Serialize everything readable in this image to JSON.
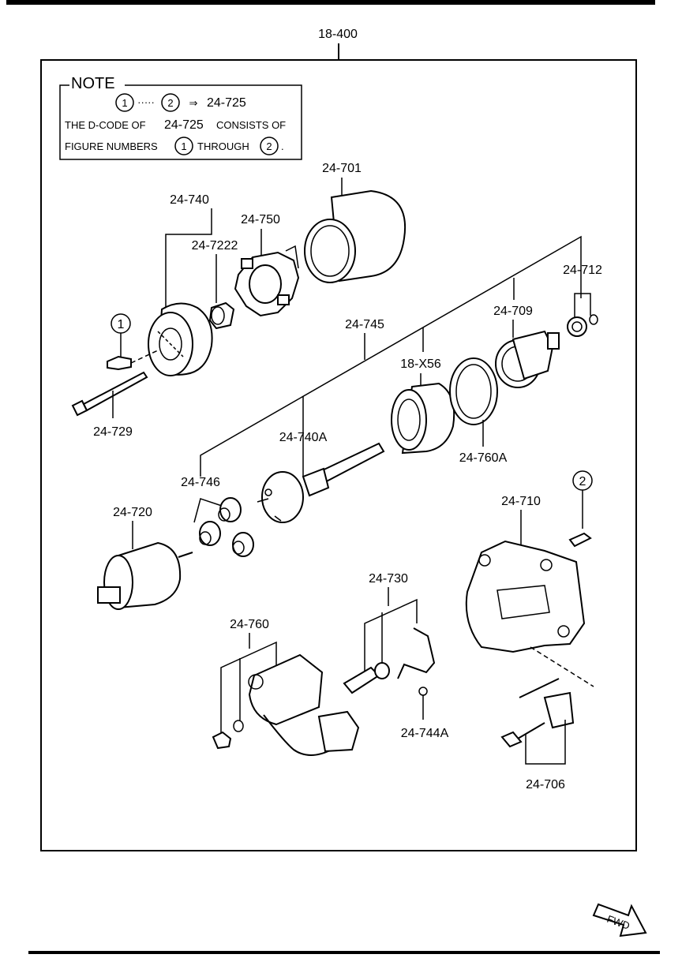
{
  "diagram": {
    "assembly_code": "18-400",
    "note": {
      "title": "NOTE",
      "range_from": "1",
      "range_sep": "·····",
      "range_to": "2",
      "arrow": "⇒",
      "range_code": "24-725",
      "line2_a": "THE D-CODE OF",
      "line2_code": "24-725",
      "line2_b": "CONSISTS OF",
      "line3_a": "FIGURE NUMBERS",
      "line3_from": "1",
      "line3_b": "THROUGH",
      "line3_to": "2",
      "line3_end": "."
    },
    "parts": {
      "p24_701": "24-701",
      "p24_740": "24-740",
      "p24_750": "24-750",
      "p24_7222": "24-7222",
      "p24_712": "24-712",
      "p24_709": "24-709",
      "p24_745": "24-745",
      "p18_x56": "18-X56",
      "p24_729": "24-729",
      "p24_740a": "24-740A",
      "p24_760a": "24-760A",
      "p24_746": "24-746",
      "p24_720": "24-720",
      "p24_710": "24-710",
      "p24_730": "24-730",
      "p24_760": "24-760",
      "p24_744a": "24-744A",
      "p24_706": "24-706"
    },
    "callouts": {
      "c1": "1",
      "c2": "2"
    },
    "fwd": "FWD"
  }
}
